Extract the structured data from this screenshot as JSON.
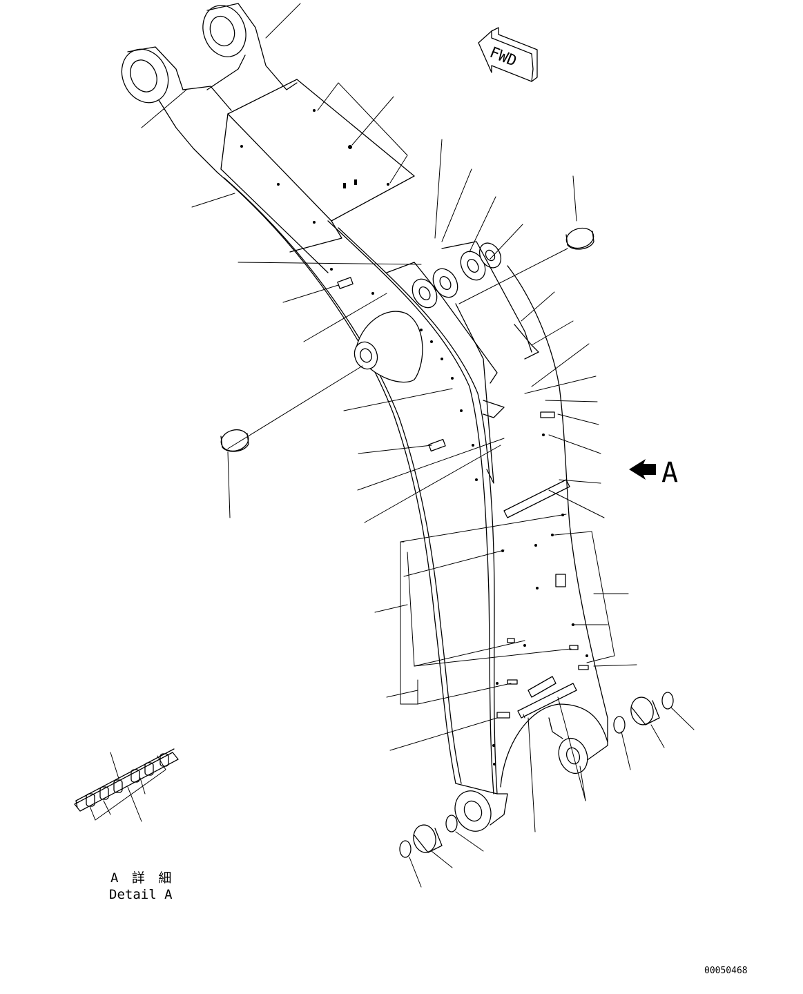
{
  "fwd_arrow": {
    "label": "FWD"
  },
  "view_marker": {
    "label": "A"
  },
  "detail": {
    "title_jp": "A 詳 細",
    "title_en": "Detail A"
  },
  "drawing_number": "00050468"
}
